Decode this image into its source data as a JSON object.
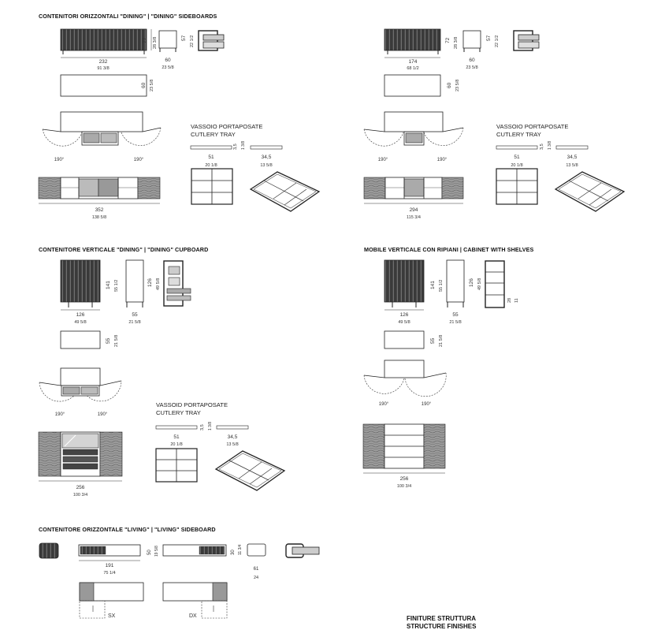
{
  "headers": {
    "dining_sideboards": "CONTENITORI ORIZZONTALI \"DINING\" | \"DINING\" SIDEBOARDS",
    "dining_cupboard": "CONTENITORE VERTICALE \"DINING\" | \"DINING\" CUPBOARD",
    "cabinet_shelves": "MOBILE VERTICALE CON RIPIANI | CABINET WITH SHELVES",
    "living_sideboard": "CONTENITORE ORIZZONTALE \"LIVING\" | \"LIVING\" SIDEBOARD"
  },
  "tray": {
    "line1": "VASSOIO PORTAPOSATE",
    "line2": "CUTLERY TRAY"
  },
  "tray_alt": {
    "line1": "VASSOID PORTAPOSATE",
    "line2": "CUTLERY TRAY"
  },
  "finishes": {
    "line1": "FINITURE STRUTTURA",
    "line2": "STRUCTURE FINISHES"
  },
  "dims": {
    "sb_left_w_cm": "232",
    "sb_left_w_in": "91 3/8",
    "sb_right_w_cm": "174",
    "sb_right_w_in": "68 1/2",
    "sb_h_cm": "72",
    "sb_h_in": "28 3/8",
    "sb_side_h_cm": "57",
    "sb_side_h_in": "22 1/2",
    "sb_d_cm": "60",
    "sb_d_in": "23 5/8",
    "angle": "190°",
    "tray_w_cm": "51",
    "tray_w_in": "20 1/8",
    "tray_h_cm": "3,5",
    "tray_h_in": "1 3/8",
    "tray_d_cm": "34,5",
    "tray_d_in": "13 5/8",
    "open_left_cm": "352",
    "open_left_in": "138 5/8",
    "open_right_cm": "294",
    "open_right_in": "115 3/4",
    "cb_w_cm": "126",
    "cb_w_in": "49 5/8",
    "cb_h_cm": "141",
    "cb_h_in": "55 1/2",
    "cb_d_cm": "55",
    "cb_d_in": "21 5/8",
    "cb_int_h_cm": "126",
    "cb_int_h_in": "49 5/8",
    "cs_shelf_cm": "28",
    "cs_shelf_in": "11",
    "cb_open_cm": "256",
    "cb_open_in": "100 3/4",
    "lv_w_cm": "191",
    "lv_w_in": "75 1/4",
    "lv_h_cm": "50",
    "lv_h_in": "19 5/8",
    "lv_side_h_cm": "30",
    "lv_side_h_in": "11 3/4",
    "lv_d_cm": "61",
    "lv_d_in": "24",
    "sx": "SX",
    "dx": "DX"
  },
  "colors": {
    "line": "#333333",
    "wood": "#8a8a8a",
    "dark": "#2b2b2b",
    "glass": "#d0d0d0"
  }
}
